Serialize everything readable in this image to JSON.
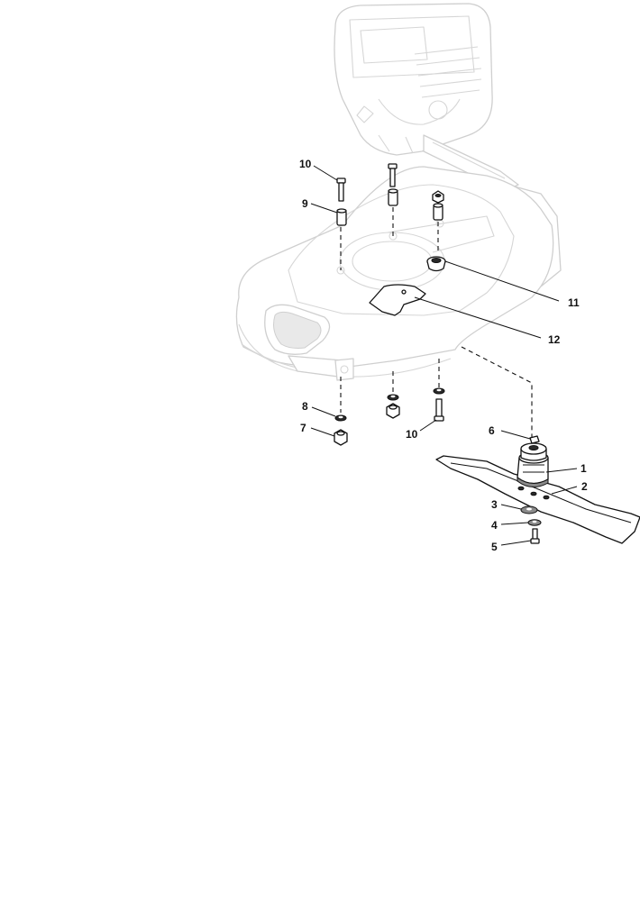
{
  "callouts": {
    "c1": "1",
    "c2": "2",
    "c3": "3",
    "c4": "4",
    "c5": "5",
    "c6": "6",
    "c7": "7",
    "c8": "8",
    "c9": "9",
    "c10a": "10",
    "c10b": "10",
    "c11": "11",
    "c12": "12"
  },
  "colors": {
    "ghost_outline": "#cfcfcf",
    "part_outline": "#111111",
    "background": "#ffffff"
  }
}
